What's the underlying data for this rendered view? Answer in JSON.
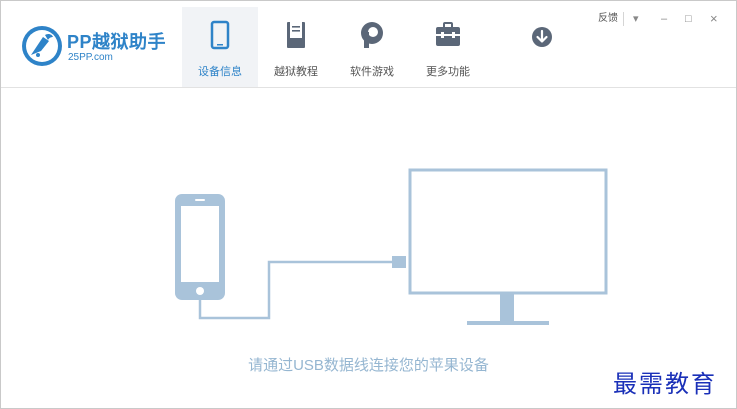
{
  "app": {
    "logo_title": "PP越狱助手",
    "logo_sub": "25PP.com",
    "accent_color": "#2e83c8"
  },
  "tabs": [
    {
      "label": "设备信息",
      "icon": "phone-icon",
      "active": true
    },
    {
      "label": "越狱教程",
      "icon": "book-icon",
      "active": false
    },
    {
      "label": "软件游戏",
      "icon": "pp-app-icon",
      "active": false
    },
    {
      "label": "更多功能",
      "icon": "toolbox-icon",
      "active": false
    },
    {
      "label": "",
      "icon": "download-icon",
      "active": false
    }
  ],
  "window_controls": {
    "feedback": "反馈",
    "menu": "▾",
    "minimize": "–",
    "maximize": "□",
    "close": "×"
  },
  "main": {
    "prompt": "请通过USB数据线连接您的苹果设备",
    "illustration_color": "#a9c3da"
  },
  "watermark": "最需教育"
}
